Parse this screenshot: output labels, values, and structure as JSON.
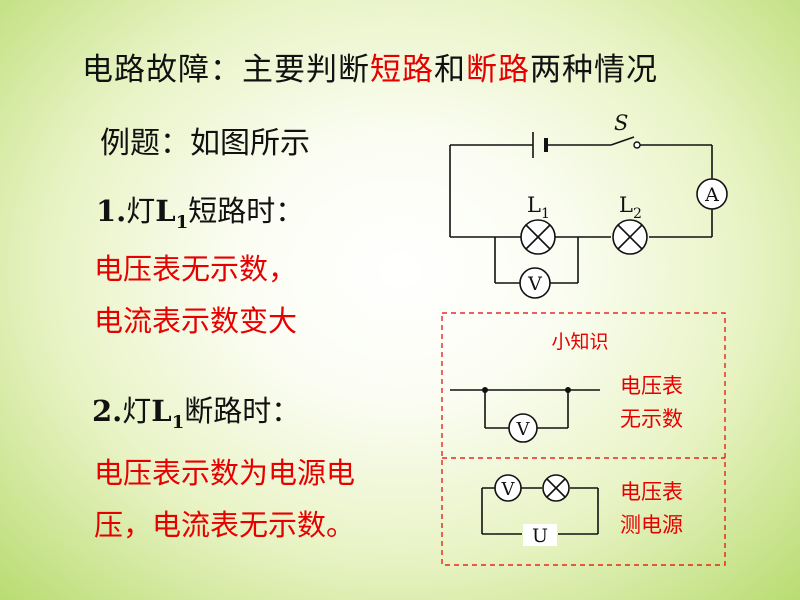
{
  "title": {
    "part1": "电路故障：主要判断",
    "short": "短路",
    "part2": "和",
    "open": "断路",
    "part3": "两种情况"
  },
  "example_label": "例题：如图所示",
  "case1": {
    "num": "1.",
    "lamp_word": "灯",
    "lamp_letter": "L",
    "lamp_sub": "1",
    "condition": "短路时：",
    "answer_line1": "电压表无示数，",
    "answer_line2": "电流表示数变大"
  },
  "case2": {
    "num": "2.",
    "lamp_word": "灯",
    "lamp_letter": "L",
    "lamp_sub": "1",
    "condition": "断路时：",
    "answer_line1": "电压表示数为电源电",
    "answer_line2": "压，电流表无示数。"
  },
  "circuit": {
    "switch_label": "S",
    "ammeter_label": "A",
    "lamp1_letter": "L",
    "lamp1_sub": "1",
    "lamp2_letter": "L",
    "lamp2_sub": "2",
    "voltmeter_label": "V"
  },
  "tips": {
    "heading": "小知识",
    "tip1_line1": "电压表",
    "tip1_line2": "无示数",
    "tip1_meter": "V",
    "tip2_line1": "电压表",
    "tip2_line2": "测电源",
    "tip2_meter": "V",
    "tip2_source": "U"
  },
  "colors": {
    "accent_red": "#e60000",
    "text": "#111111",
    "background_green": "#b9dc72"
  }
}
